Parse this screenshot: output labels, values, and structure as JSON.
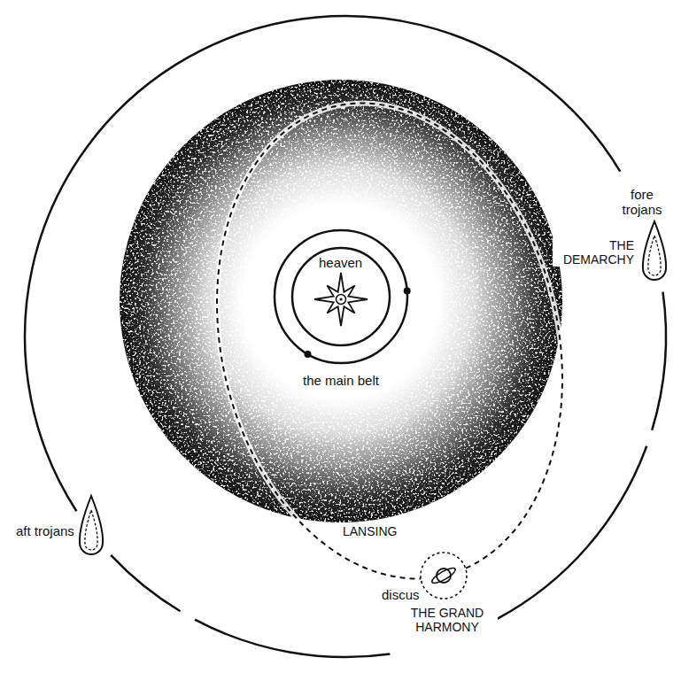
{
  "diagram": {
    "labels": [
      "heaven",
      "the main belt",
      "fore trojans",
      "THE DEMARCHY",
      "aft trojans",
      "LANSING",
      "discus",
      "THE GRAND HARMONY"
    ]
  }
}
